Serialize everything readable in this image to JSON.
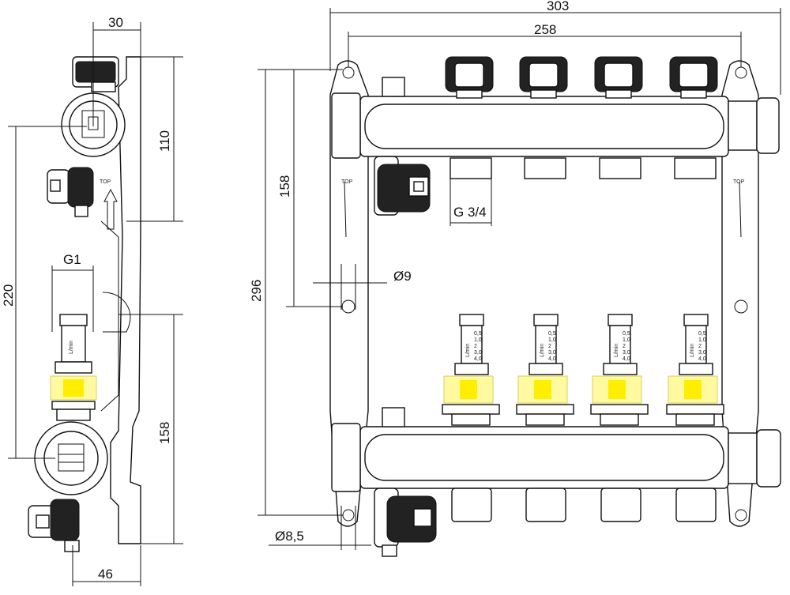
{
  "dimensions": {
    "side_width": "30",
    "side_height_upper": "110",
    "side_total": "220",
    "side_lower": "158",
    "side_bottom": "46",
    "side_connection": "G1",
    "front_total_width": "303",
    "front_inner_width": "258",
    "front_height": "296",
    "front_upper_height": "158",
    "outlet_thread": "G 3/4",
    "hole_diameter": "Ø9",
    "lower_hole_diameter": "Ø8,5"
  },
  "labels": {
    "top_mark": "TOP",
    "flow_unit": "L/min",
    "flow_scale": [
      "0,5",
      "1,0",
      "2",
      "3,0",
      "4,0"
    ]
  },
  "colors": {
    "indicator": "#ffee00",
    "line": "#111111"
  }
}
